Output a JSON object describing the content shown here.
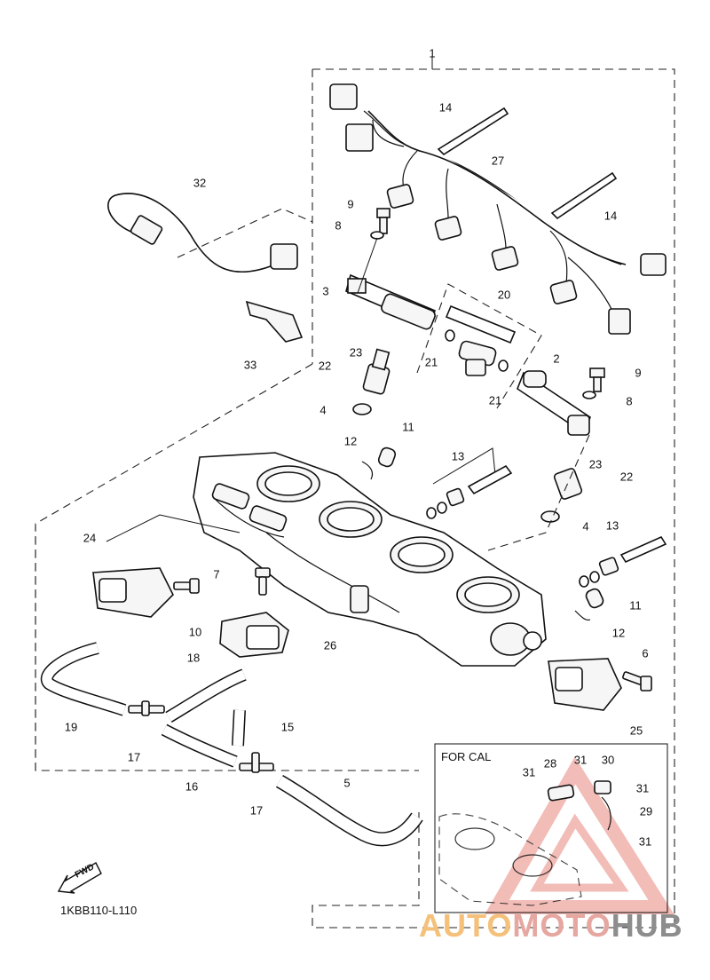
{
  "callouts": [
    {
      "id": "1",
      "text": "1"
    },
    {
      "id": "2",
      "text": "2"
    },
    {
      "id": "3",
      "text": "3"
    },
    {
      "id": "4a",
      "text": "4"
    },
    {
      "id": "4b",
      "text": "4"
    },
    {
      "id": "5",
      "text": "5"
    },
    {
      "id": "6",
      "text": "6"
    },
    {
      "id": "7",
      "text": "7"
    },
    {
      "id": "8a",
      "text": "8"
    },
    {
      "id": "8b",
      "text": "8"
    },
    {
      "id": "9a",
      "text": "9"
    },
    {
      "id": "9b",
      "text": "9"
    },
    {
      "id": "10",
      "text": "10"
    },
    {
      "id": "11a",
      "text": "11"
    },
    {
      "id": "11b",
      "text": "11"
    },
    {
      "id": "12a",
      "text": "12"
    },
    {
      "id": "12b",
      "text": "12"
    },
    {
      "id": "13a",
      "text": "13"
    },
    {
      "id": "13b",
      "text": "13"
    },
    {
      "id": "14a",
      "text": "14"
    },
    {
      "id": "14b",
      "text": "14"
    },
    {
      "id": "15",
      "text": "15"
    },
    {
      "id": "16",
      "text": "16"
    },
    {
      "id": "17a",
      "text": "17"
    },
    {
      "id": "17b",
      "text": "17"
    },
    {
      "id": "18",
      "text": "18"
    },
    {
      "id": "19",
      "text": "19"
    },
    {
      "id": "20",
      "text": "20"
    },
    {
      "id": "21a",
      "text": "21"
    },
    {
      "id": "21b",
      "text": "21"
    },
    {
      "id": "22a",
      "text": "22"
    },
    {
      "id": "22b",
      "text": "22"
    },
    {
      "id": "23a",
      "text": "23"
    },
    {
      "id": "23b",
      "text": "23"
    },
    {
      "id": "24",
      "text": "24"
    },
    {
      "id": "25",
      "text": "25"
    },
    {
      "id": "26",
      "text": "26"
    },
    {
      "id": "27",
      "text": "27"
    },
    {
      "id": "28",
      "text": "28"
    },
    {
      "id": "29",
      "text": "29"
    },
    {
      "id": "30",
      "text": "30"
    },
    {
      "id": "31a",
      "text": "31"
    },
    {
      "id": "31b",
      "text": "31"
    },
    {
      "id": "31c",
      "text": "31"
    },
    {
      "id": "31d",
      "text": "31"
    },
    {
      "id": "32",
      "text": "32"
    },
    {
      "id": "33",
      "text": "33"
    }
  ],
  "inset_label": "FOR CAL",
  "diagram_code": "1KBB110-L110",
  "fwd_label": "FWD",
  "watermark": {
    "part1": "AUTO",
    "part2": "MOTO",
    "part3": "HUB"
  },
  "colors": {
    "line": "#111111",
    "watermark_orange": "#f5c07a",
    "watermark_red": "#e6a7a0",
    "watermark_gray": "#8d8d8d"
  }
}
